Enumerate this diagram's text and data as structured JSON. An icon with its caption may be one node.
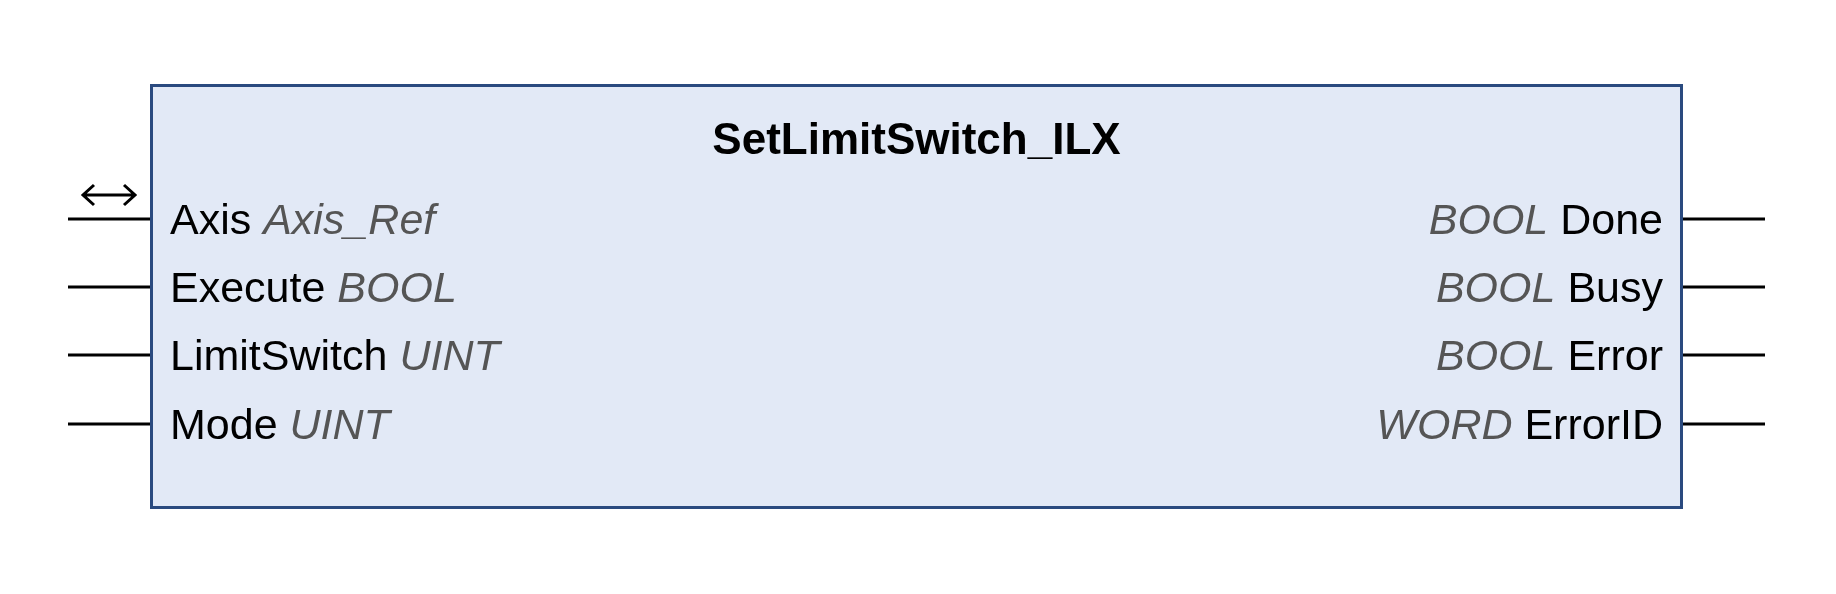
{
  "diagram": {
    "nodes": [
      {
        "text": [
          "SetLimitSwitch_ILX"
        ]
      },
      {
        "text": [
          "Axis",
          "Axis_Ref"
        ],
        "in": 0
      },
      {
        "text": [
          "Execute",
          "BOOL"
        ],
        "in": 0
      },
      {
        "text": [
          "LimitSwitch",
          "UINT"
        ],
        "in": 0
      },
      {
        "text": [
          "Mode",
          "UINT"
        ],
        "in": 0
      },
      {
        "text": [
          "BOOL",
          "Done"
        ],
        "in": 0
      },
      {
        "text": [
          "BOOL",
          "Busy"
        ],
        "in": 0
      },
      {
        "text": [
          "BOOL",
          "Error"
        ],
        "in": 0
      },
      {
        "text": [
          "WORD",
          "ErrorID"
        ],
        "in": 0
      }
    ],
    "edges": [
      {
        "from": null,
        "to": 1,
        "arrow": "none"
      },
      {
        "from": null,
        "to": 2,
        "arrow": "none"
      },
      {
        "from": null,
        "to": 3,
        "arrow": "none"
      },
      {
        "from": null,
        "to": 4,
        "arrow": "none"
      },
      {
        "from": 5,
        "to": null,
        "arrow": "none"
      },
      {
        "from": 6,
        "to": null,
        "arrow": "none"
      },
      {
        "from": 7,
        "to": null,
        "arrow": "none"
      },
      {
        "from": 8,
        "to": null,
        "arrow": "none"
      }
    ]
  }
}
